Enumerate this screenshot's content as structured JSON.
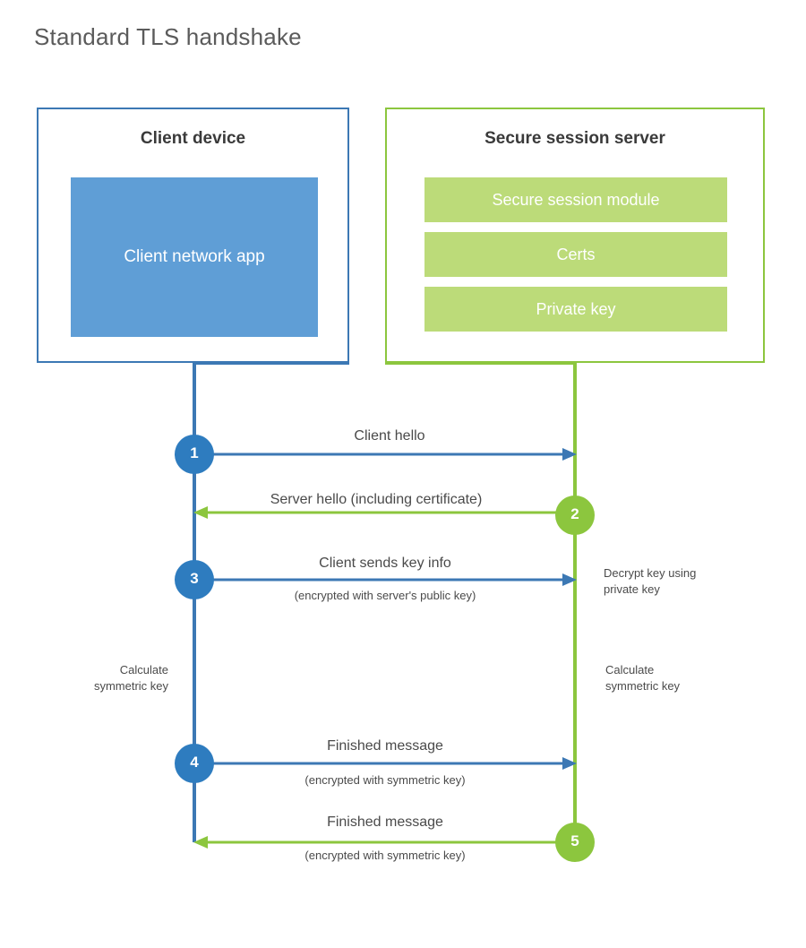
{
  "title": "Standard TLS handshake",
  "colors": {
    "client_blue": "#3c78b4",
    "client_app_fill": "#5f9ed6",
    "server_green": "#8cc63e",
    "server_module_fill": "#bcdb79",
    "text": "#4a4a4a",
    "title_text": "#5b5b5b",
    "background": "#ffffff"
  },
  "client": {
    "title": "Client device",
    "app_label": "Client network app"
  },
  "server": {
    "title": "Secure session server",
    "modules": [
      {
        "label": "Secure session module"
      },
      {
        "label": "Certs"
      },
      {
        "label": "Private key"
      }
    ]
  },
  "steps": [
    {
      "number": "1",
      "label": "Client hello",
      "sublabel": "",
      "direction": "client-to-server",
      "color": "#3c78b4"
    },
    {
      "number": "2",
      "label": "Server hello (including certificate)",
      "sublabel": "",
      "direction": "server-to-client",
      "color": "#8cc63e"
    },
    {
      "number": "3",
      "label": "Client sends key info",
      "sublabel": "(encrypted with server's public key)",
      "direction": "client-to-server",
      "color": "#3c78b4"
    },
    {
      "number": "4",
      "label": "Finished message",
      "sublabel": "(encrypted with symmetric key)",
      "direction": "client-to-server",
      "color": "#3c78b4"
    },
    {
      "number": "5",
      "label": "Finished message",
      "sublabel": "(encrypted with symmetric key)",
      "direction": "server-to-client",
      "color": "#8cc63e"
    }
  ],
  "notes": {
    "server_decrypt": "Decrypt key using\nprivate key",
    "client_calculate": "Calculate\nsymmetric key",
    "server_calculate": "Calculate\nsymmetric key"
  }
}
